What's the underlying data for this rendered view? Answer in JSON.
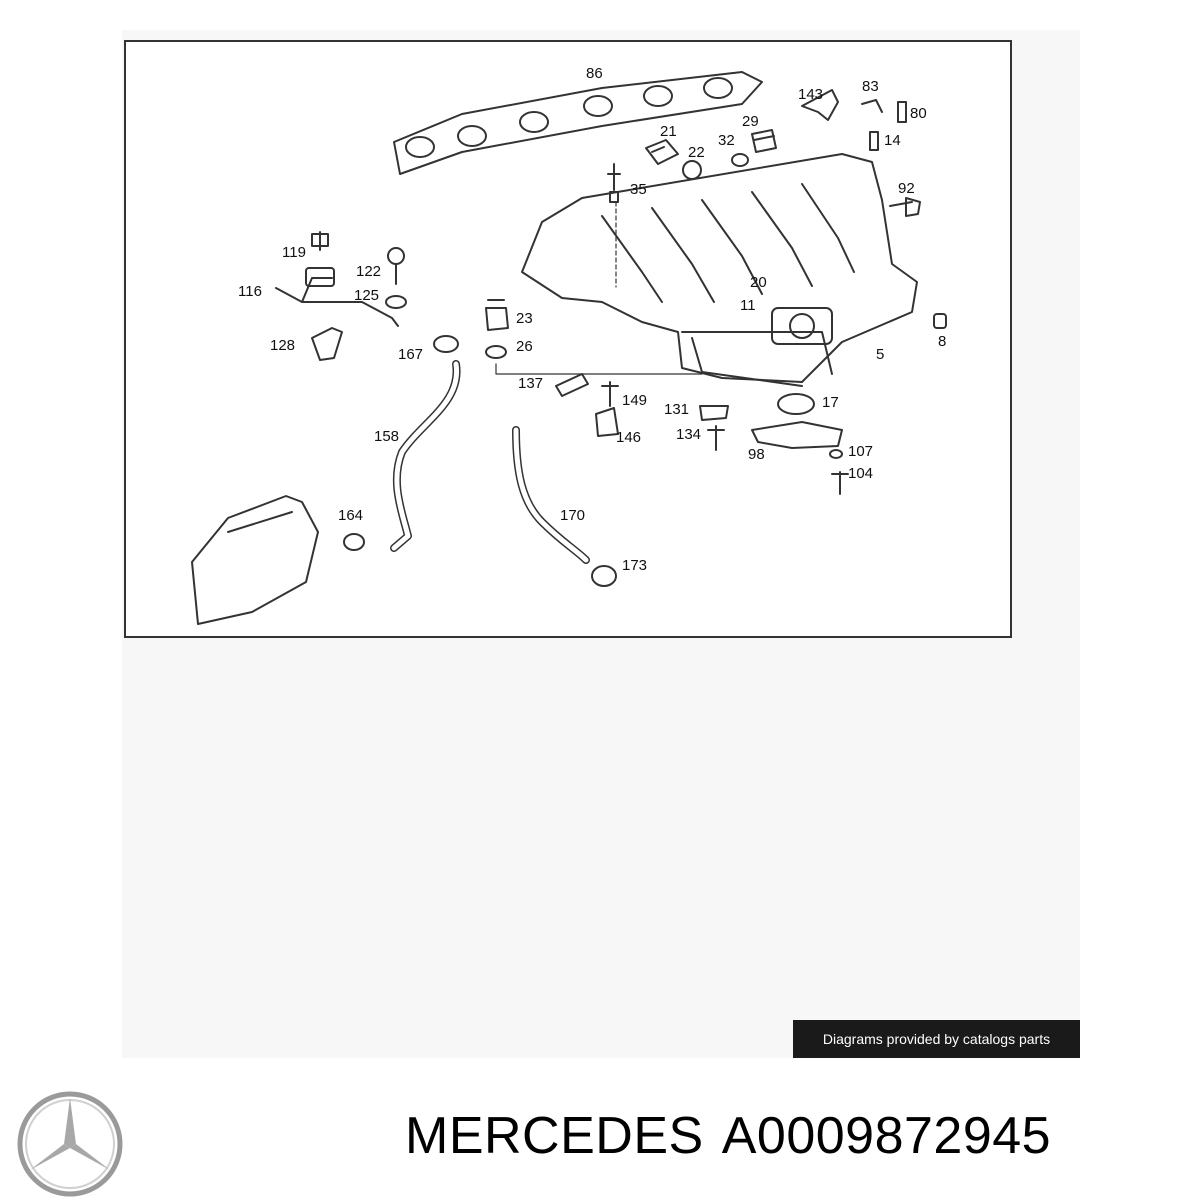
{
  "diagram": {
    "part_labels": [
      "86",
      "143",
      "83",
      "80",
      "21",
      "29",
      "32",
      "22",
      "14",
      "35",
      "92",
      "119",
      "122",
      "116",
      "125",
      "20",
      "11",
      "23",
      "8",
      "26",
      "128",
      "167",
      "5",
      "137",
      "149",
      "17",
      "131",
      "146",
      "134",
      "107",
      "98",
      "104",
      "158",
      "164",
      "170",
      "173"
    ]
  },
  "banner": {
    "text": "Diagrams provided by catalogs parts"
  },
  "footer": {
    "brand": "MERCEDES",
    "part_number": "A0009872945"
  },
  "logo": {
    "icon": "mercedes-star-icon"
  },
  "colors": {
    "line": "#333333",
    "banner_bg": "#1a1a1a",
    "sheet_bg": "#f7f7f7"
  }
}
